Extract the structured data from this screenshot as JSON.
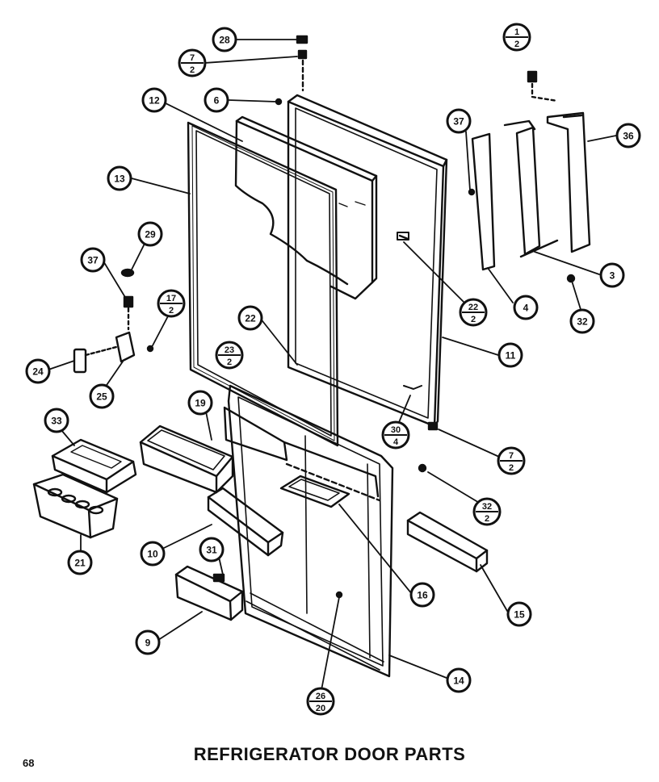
{
  "title": "REFRIGERATOR DOOR PARTS",
  "page_number": "68",
  "callouts": [
    {
      "id": "c28",
      "label": "28"
    },
    {
      "id": "c7a",
      "label": "7",
      "sub": "2"
    },
    {
      "id": "c1",
      "label": "1",
      "sub": "2"
    },
    {
      "id": "c12",
      "label": "12"
    },
    {
      "id": "c6",
      "label": "6"
    },
    {
      "id": "c37a",
      "label": "37"
    },
    {
      "id": "c36",
      "label": "36"
    },
    {
      "id": "c13",
      "label": "13"
    },
    {
      "id": "c29",
      "label": "29"
    },
    {
      "id": "c37b",
      "label": "37"
    },
    {
      "id": "c3",
      "label": "3"
    },
    {
      "id": "c22a",
      "label": "22",
      "sub": "2"
    },
    {
      "id": "c4",
      "label": "4"
    },
    {
      "id": "c32a",
      "label": "32"
    },
    {
      "id": "c17",
      "label": "17",
      "sub": "2"
    },
    {
      "id": "c22b",
      "label": "22"
    },
    {
      "id": "c11",
      "label": "11"
    },
    {
      "id": "c23",
      "label": "23",
      "sub": "2"
    },
    {
      "id": "c24",
      "label": "24"
    },
    {
      "id": "c25",
      "label": "25"
    },
    {
      "id": "c33",
      "label": "33"
    },
    {
      "id": "c19",
      "label": "19"
    },
    {
      "id": "c30",
      "label": "30",
      "sub": "4"
    },
    {
      "id": "c7b",
      "label": "7",
      "sub": "2"
    },
    {
      "id": "c32b",
      "label": "32",
      "sub": "2"
    },
    {
      "id": "c10",
      "label": "10"
    },
    {
      "id": "c21",
      "label": "21"
    },
    {
      "id": "c31",
      "label": "31"
    },
    {
      "id": "c16",
      "label": "16"
    },
    {
      "id": "c15",
      "label": "15"
    },
    {
      "id": "c9",
      "label": "9"
    },
    {
      "id": "c14",
      "label": "14"
    },
    {
      "id": "c26",
      "label": "26",
      "sub": "20"
    }
  ]
}
